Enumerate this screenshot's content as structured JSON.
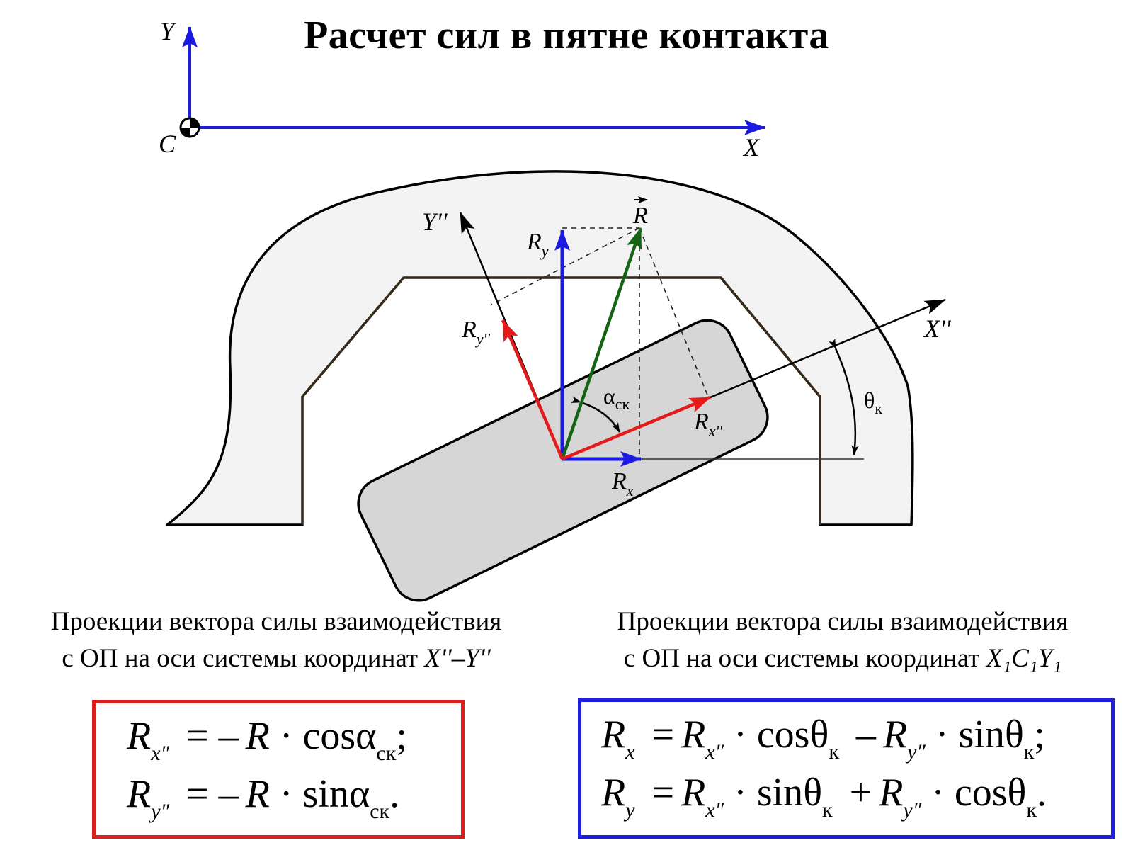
{
  "title": "Расчет сил в пятне контакта",
  "diagram": {
    "global_axes": {
      "y": "Y",
      "x": "X",
      "origin": "C"
    },
    "local_axes": {
      "x": "X''",
      "y": "Y''"
    },
    "vectors": {
      "R": "R",
      "Ry": "R",
      "Ry_sub": "y",
      "Rx": "R",
      "Rx_sub": "x",
      "Ryy": "R",
      "Ryy_sub": "y''",
      "Rxx": "R",
      "Rxx_sub": "x''"
    },
    "angles": {
      "alpha": "α",
      "alpha_sub": "ск",
      "theta": "θ",
      "theta_sub": "к"
    },
    "colors": {
      "red": "#e51b1b",
      "blue": "#1a1ae0",
      "green": "#146414",
      "black": "#000000"
    }
  },
  "caption_left": {
    "line1": "Проекции вектора силы взаимодействия",
    "line2": "с ОП на оси системы координат",
    "axes": "X''–Y''"
  },
  "caption_right": {
    "line1": "Проекции вектора силы взаимодействия",
    "line2": "с ОП на оси системы координат",
    "axes": "X₁C₁Y₁"
  },
  "formulas_left": {
    "eq1": {
      "lhs": "R",
      "lhs_sub": "x″",
      "eq": "= –",
      "r": "R",
      "dot": "·",
      "fn": "cos",
      "ang": "α",
      "ang_sub": "ск",
      "end": ";"
    },
    "eq2": {
      "lhs": "R",
      "lhs_sub": "y″",
      "eq": "= –",
      "r": "R",
      "dot": "·",
      "fn": "sin",
      "ang": "α",
      "ang_sub": "ск",
      "end": "."
    }
  },
  "formulas_right": {
    "eq1": {
      "lhs": "R",
      "lhs_sub": "x",
      "eq": "=",
      "a": "R",
      "a_sub": "x″",
      "fa": "cos",
      "op": "–",
      "b": "R",
      "b_sub": "y″",
      "fb": "sin",
      "th": "θ",
      "th_sub": "к",
      "end": ";"
    },
    "eq2": {
      "lhs": "R",
      "lhs_sub": "y",
      "eq": "=",
      "a": "R",
      "a_sub": "x″",
      "fa": "sin",
      "op": "+",
      "b": "R",
      "b_sub": "y″",
      "fb": "cos",
      "th": "θ",
      "th_sub": "к",
      "end": "."
    }
  }
}
